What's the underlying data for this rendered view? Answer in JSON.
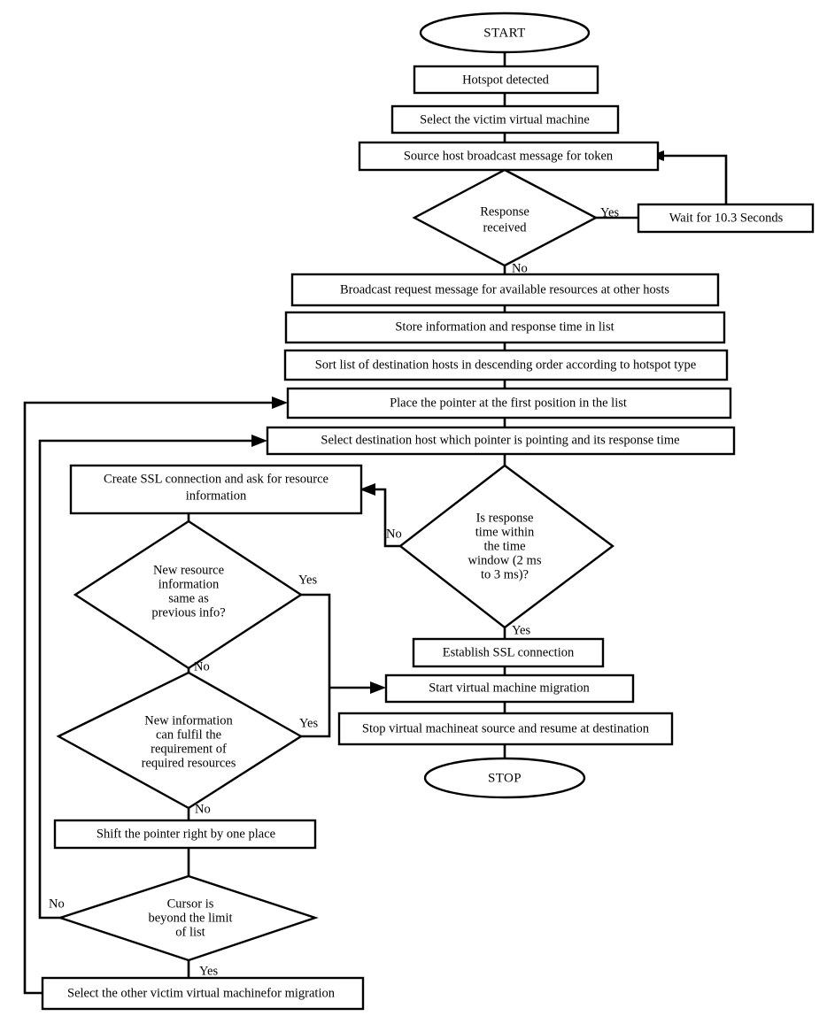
{
  "diagram": {
    "type": "flowchart",
    "title": "Virtual machine migration hotspot decision flowchart",
    "orientation": "top-to-bottom",
    "background_color": "#ffffff",
    "line_color": "#000000",
    "fill_color": "#ffffff"
  },
  "nodes": {
    "start": {
      "label": "START",
      "shape": "terminator"
    },
    "hotspot_detected": {
      "label": "Hotspot detected",
      "shape": "process"
    },
    "select_victim_vm": {
      "label": "Select the victim virtual machine",
      "shape": "process"
    },
    "source_broadcast_token": {
      "label": "Source host broadcast message for token",
      "shape": "process"
    },
    "response_received": {
      "label_line1": "Response",
      "label_line2": "received",
      "shape": "decision"
    },
    "wait_seconds": {
      "label": "Wait for 10.3 Seconds",
      "shape": "process"
    },
    "broadcast_request": {
      "label": "Broadcast request message for available resources at other hosts",
      "shape": "process"
    },
    "store_information": {
      "label": "Store information and response time in list",
      "shape": "process"
    },
    "sort_list": {
      "label": "Sort list of destination hosts in descending order according to hotspot type",
      "shape": "process"
    },
    "place_pointer": {
      "label": "Place the pointer at the first position in the list",
      "shape": "process"
    },
    "select_destination_host": {
      "label": "Select destination host which pointer is pointing and its response time",
      "shape": "process"
    },
    "response_time_window": {
      "label_line1": "Is response",
      "label_line2": "time within",
      "label_line3": "the time",
      "label_line4": "window (2 ms",
      "label_line5": "to 3 ms)?",
      "shape": "decision"
    },
    "create_ssl": {
      "label_line1": "Create SSL connection and ask for resource",
      "label_line2": "information",
      "shape": "process"
    },
    "new_resource_same": {
      "label_line1": "New resource",
      "label_line2": "information",
      "label_line3": "same as",
      "label_line4": "previous info?",
      "shape": "decision"
    },
    "new_info_fulfil": {
      "label_line1": "New information",
      "label_line2": "can fulfil the",
      "label_line3": "requirement of",
      "label_line4": "required resources",
      "shape": "decision"
    },
    "establish_ssl": {
      "label": "Establish SSL connection",
      "shape": "process"
    },
    "start_migration": {
      "label": "Start virtual machine migration",
      "shape": "process"
    },
    "stop_vm": {
      "label": "Stop virtual machineat source and resume at destination",
      "shape": "process"
    },
    "stop": {
      "label": "STOP",
      "shape": "terminator"
    },
    "shift_pointer": {
      "label": "Shift the pointer right by one place",
      "shape": "process"
    },
    "cursor_beyond_limit": {
      "label_line1": "Cursor is",
      "label_line2": "beyond the limit",
      "label_line3": "of list",
      "shape": "decision"
    },
    "select_other_victim": {
      "label": "Select the other victim virtual machinefor migration",
      "shape": "process"
    }
  },
  "edge_labels": {
    "response_yes": "Yes",
    "response_no": "No",
    "time_window_no": "No",
    "time_window_yes": "Yes",
    "resource_same_yes": "Yes",
    "resource_same_no": "No",
    "fulfil_yes": "Yes",
    "fulfil_no": "No",
    "cursor_no": "No",
    "cursor_yes": "Yes"
  }
}
